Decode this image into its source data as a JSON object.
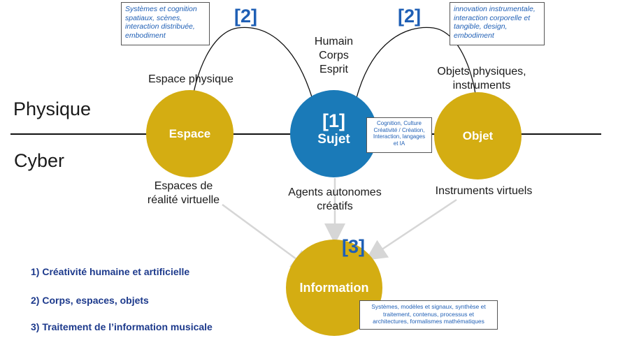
{
  "layers": {
    "physical": "Physique",
    "cyber": "Cyber"
  },
  "nodes": {
    "espace": "Espace",
    "sujet_number": "[1]",
    "sujet": "Sujet",
    "objet": "Objet",
    "information": "Information"
  },
  "labels": {
    "espace_physique": "Espace physique",
    "humain": "Humain",
    "corps": "Corps",
    "esprit": "Esprit",
    "objets_physiques_line1": "Objets physiques,",
    "objets_physiques_line2": "instruments",
    "espaces_rv_line1": "Espaces de",
    "espaces_rv_line2": "réalité virtuelle",
    "agents_line1": "Agents autonomes",
    "agents_line2": "créatifs",
    "instruments_virtuels": "Instruments virtuels"
  },
  "brackets": {
    "left": "[2]",
    "right": "[2]",
    "info": "[3]"
  },
  "notes": {
    "left": [
      "Systèmes  et cognition",
      "spatiaux, scènes,",
      "interaction distribuée,",
      "embodiment"
    ],
    "right": [
      "innovation instrumentale,",
      "interaction corporelle et",
      "tangible, design,",
      "embodiment"
    ],
    "sujet": [
      "Cognition, Culture",
      "Créativité / Création,",
      "Interaction, langages",
      "et IA"
    ],
    "information": [
      "Systèmes, modèles et signaux, synthèse et",
      "traitement, contenus, processus et",
      "architectures, formalismes mathématiques"
    ]
  },
  "list": [
    "1)  Créativité humaine et artificielle",
    "2) Corps, espaces, objets",
    "3) Traitement de l’information musicale"
  ],
  "colors": {
    "yellow": "#d4ad12",
    "blue": "#1a7ab8",
    "accent": "#1f5fb5",
    "list": "#1d3a8c"
  }
}
